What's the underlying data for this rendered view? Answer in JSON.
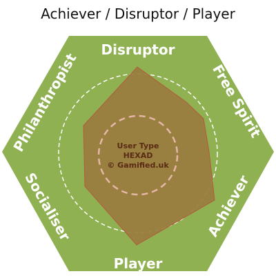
{
  "title": "Achiever / Disruptor / Player",
  "labels": {
    "disruptor": "Disruptor",
    "free_spirit": "Free Spirit",
    "achiever": "Achiever",
    "player": "Player",
    "socialiser": "Socialiser",
    "philanthropist": "Philanthropist"
  },
  "center": {
    "line1": "User Type",
    "line2": "HEXAD",
    "line3": "© Gamified.uk"
  },
  "colors": {
    "hexagon": "#8fb152",
    "profile_fill": "#9a7d40",
    "profile_stroke": "#b35a3c",
    "dashed_circles": "#ffffff",
    "inner_circle": "#e6b7a8"
  }
}
